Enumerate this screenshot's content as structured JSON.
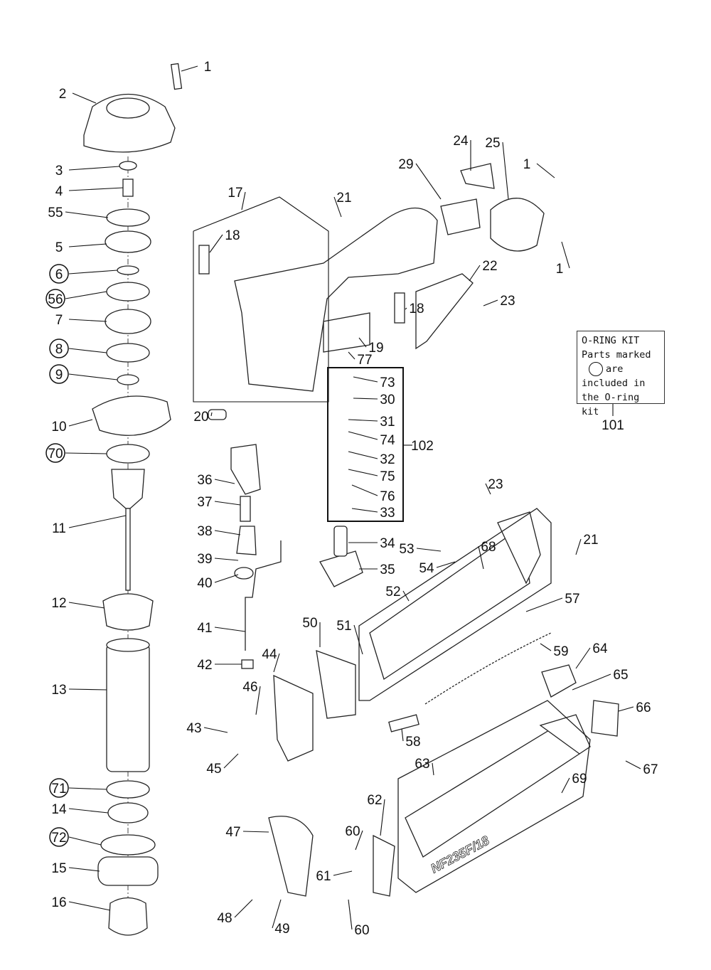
{
  "diagram": {
    "oring_kit": {
      "title": "O-RING KIT",
      "line1": "Parts marked",
      "line2": "are",
      "line3": "included in",
      "line4": "the O-ring kit",
      "part_number": "101"
    },
    "model_marking": "NF235F/18",
    "labels": [
      {
        "num": "1",
        "circled": false
      },
      {
        "num": "2",
        "circled": false
      },
      {
        "num": "3",
        "circled": false
      },
      {
        "num": "4",
        "circled": false
      },
      {
        "num": "55",
        "circled": false
      },
      {
        "num": "5",
        "circled": false
      },
      {
        "num": "6",
        "circled": true
      },
      {
        "num": "56",
        "circled": true
      },
      {
        "num": "7",
        "circled": false
      },
      {
        "num": "8",
        "circled": true
      },
      {
        "num": "9",
        "circled": true
      },
      {
        "num": "10",
        "circled": false
      },
      {
        "num": "70",
        "circled": true
      },
      {
        "num": "11",
        "circled": false
      },
      {
        "num": "12",
        "circled": false
      },
      {
        "num": "13",
        "circled": false
      },
      {
        "num": "71",
        "circled": true
      },
      {
        "num": "14",
        "circled": false
      },
      {
        "num": "72",
        "circled": true
      },
      {
        "num": "15",
        "circled": false
      },
      {
        "num": "16",
        "circled": false
      },
      {
        "num": "17",
        "circled": false
      },
      {
        "num": "18",
        "circled": false
      },
      {
        "num": "21",
        "circled": false
      },
      {
        "num": "29",
        "circled": false
      },
      {
        "num": "24",
        "circled": false
      },
      {
        "num": "25",
        "circled": false
      },
      {
        "num": "1",
        "circled": false
      },
      {
        "num": "1",
        "circled": false
      },
      {
        "num": "22",
        "circled": false
      },
      {
        "num": "23",
        "circled": false
      },
      {
        "num": "18",
        "circled": false
      },
      {
        "num": "19",
        "circled": false
      },
      {
        "num": "77",
        "circled": false
      },
      {
        "num": "73",
        "circled": false
      },
      {
        "num": "30",
        "circled": false
      },
      {
        "num": "31",
        "circled": false
      },
      {
        "num": "74",
        "circled": false
      },
      {
        "num": "32",
        "circled": false
      },
      {
        "num": "75",
        "circled": false
      },
      {
        "num": "102",
        "circled": false
      },
      {
        "num": "76",
        "circled": false
      },
      {
        "num": "33",
        "circled": false
      },
      {
        "num": "34",
        "circled": false
      },
      {
        "num": "35",
        "circled": false
      },
      {
        "num": "20",
        "circled": false
      },
      {
        "num": "36",
        "circled": false
      },
      {
        "num": "37",
        "circled": false
      },
      {
        "num": "38",
        "circled": false
      },
      {
        "num": "39",
        "circled": false
      },
      {
        "num": "40",
        "circled": false
      },
      {
        "num": "41",
        "circled": false
      },
      {
        "num": "42",
        "circled": false
      },
      {
        "num": "23",
        "circled": false
      },
      {
        "num": "53",
        "circled": false
      },
      {
        "num": "54",
        "circled": false
      },
      {
        "num": "68",
        "circled": false
      },
      {
        "num": "21",
        "circled": false
      },
      {
        "num": "52",
        "circled": false
      },
      {
        "num": "57",
        "circled": false
      },
      {
        "num": "50",
        "circled": false
      },
      {
        "num": "51",
        "circled": false
      },
      {
        "num": "44",
        "circled": false
      },
      {
        "num": "46",
        "circled": false
      },
      {
        "num": "59",
        "circled": false
      },
      {
        "num": "64",
        "circled": false
      },
      {
        "num": "65",
        "circled": false
      },
      {
        "num": "66",
        "circled": false
      },
      {
        "num": "43",
        "circled": false
      },
      {
        "num": "45",
        "circled": false
      },
      {
        "num": "58",
        "circled": false
      },
      {
        "num": "63",
        "circled": false
      },
      {
        "num": "67",
        "circled": false
      },
      {
        "num": "69",
        "circled": false
      },
      {
        "num": "62",
        "circled": false
      },
      {
        "num": "47",
        "circled": false
      },
      {
        "num": "60",
        "circled": false
      },
      {
        "num": "61",
        "circled": false
      },
      {
        "num": "48",
        "circled": false
      },
      {
        "num": "49",
        "circled": false
      },
      {
        "num": "60",
        "circled": false
      }
    ]
  }
}
